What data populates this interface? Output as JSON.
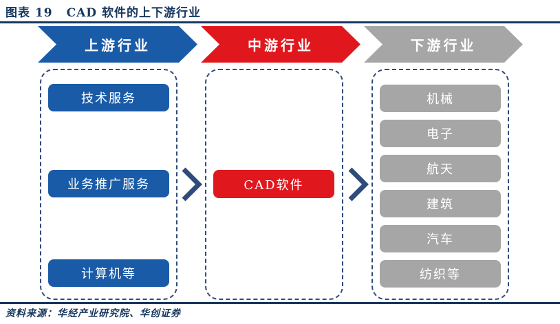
{
  "figure": {
    "label": "图表 19",
    "title": "CAD 软件的上下游行业"
  },
  "flow": {
    "stages": [
      {
        "label": "上游行业",
        "color": "#1A5BA8",
        "items": [
          "技术服务",
          "业务推广服务",
          "计算机等"
        ]
      },
      {
        "label": "中游行业",
        "color": "#E1171E",
        "items": [
          "CAD软件"
        ]
      },
      {
        "label": "下游行业",
        "color": "#A6A6A6",
        "items": [
          "机械",
          "电子",
          "航天",
          "建筑",
          "汽车",
          "纺织等"
        ]
      }
    ],
    "connector_icon": "double-chevron-right"
  },
  "footer": {
    "source_label": "资料来源：",
    "source_text": "华经产业研究院、华创证券"
  },
  "colors": {
    "title_navy": "#17375E",
    "border_navy": "#2E4B7A",
    "upstream_blue": "#1A5BA8",
    "midstream_red": "#E1171E",
    "downstream_gray": "#A6A6A6",
    "node_text": "#FFFFFF",
    "background": "#FFFFFF"
  }
}
